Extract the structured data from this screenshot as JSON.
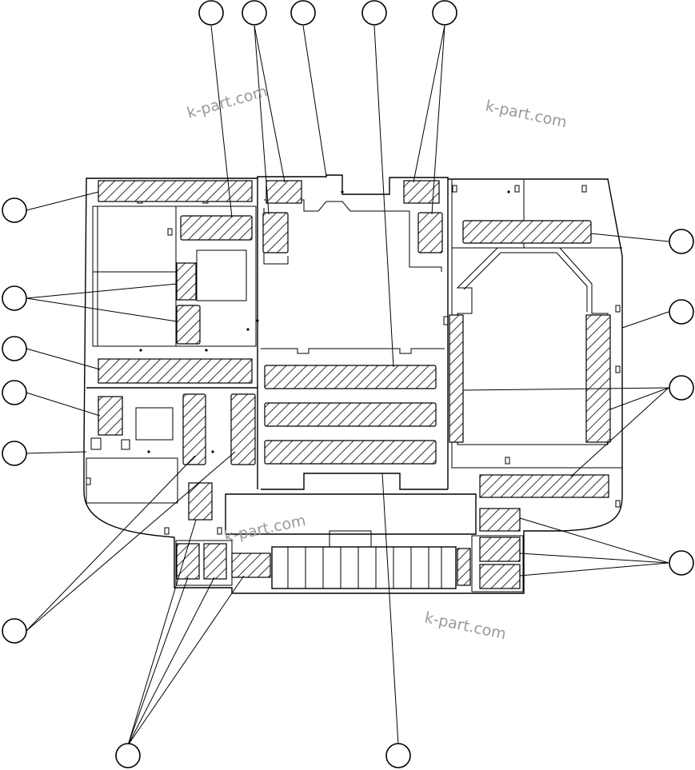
{
  "watermarks": [
    "k-part.com",
    "k-part.com",
    "k-part.com",
    "k-part.com"
  ],
  "callouts": [
    {
      "id": "callout-top-1"
    },
    {
      "id": "callout-top-2"
    },
    {
      "id": "callout-top-3"
    },
    {
      "id": "callout-top-4"
    },
    {
      "id": "callout-top-5"
    },
    {
      "id": "callout-left-1"
    },
    {
      "id": "callout-left-2"
    },
    {
      "id": "callout-left-3"
    },
    {
      "id": "callout-left-4"
    },
    {
      "id": "callout-left-5"
    },
    {
      "id": "callout-left-bottom"
    },
    {
      "id": "callout-right-1"
    },
    {
      "id": "callout-right-2"
    },
    {
      "id": "callout-right-3"
    },
    {
      "id": "callout-right-4"
    },
    {
      "id": "callout-bottom-1"
    },
    {
      "id": "callout-bottom-2"
    }
  ]
}
